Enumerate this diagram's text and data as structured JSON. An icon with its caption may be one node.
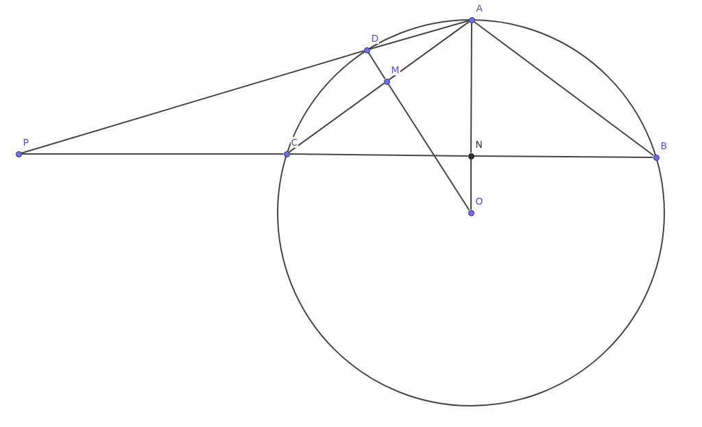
{
  "diagram": {
    "nodes": [
      {
        "text": [
          "A"
        ]
      },
      {
        "text": [
          "D"
        ]
      },
      {
        "text": [
          "M"
        ]
      },
      {
        "text": [
          "P"
        ]
      },
      {
        "text": [
          "C"
        ]
      },
      {
        "text": [
          "N"
        ]
      },
      {
        "text": [
          "B"
        ]
      },
      {
        "text": [
          "O"
        ]
      }
    ],
    "edges": [
      {
        "from": 3,
        "to": 1,
        "arrow": "none"
      },
      {
        "from": 1,
        "to": 0,
        "arrow": "none"
      },
      {
        "from": 0,
        "to": 6,
        "arrow": "none"
      },
      {
        "from": 0,
        "to": 2,
        "arrow": "none"
      },
      {
        "from": 2,
        "to": 4,
        "arrow": "none"
      },
      {
        "from": 1,
        "to": 2,
        "arrow": "none"
      },
      {
        "from": 2,
        "to": 7,
        "arrow": "none"
      },
      {
        "from": 3,
        "to": 4,
        "arrow": "none"
      },
      {
        "from": 4,
        "to": 5,
        "arrow": "none"
      },
      {
        "from": 5,
        "to": 6,
        "arrow": "none"
      },
      {
        "from": 0,
        "to": 5,
        "arrow": "none"
      },
      {
        "from": 5,
        "to": 7,
        "arrow": "none"
      }
    ]
  }
}
